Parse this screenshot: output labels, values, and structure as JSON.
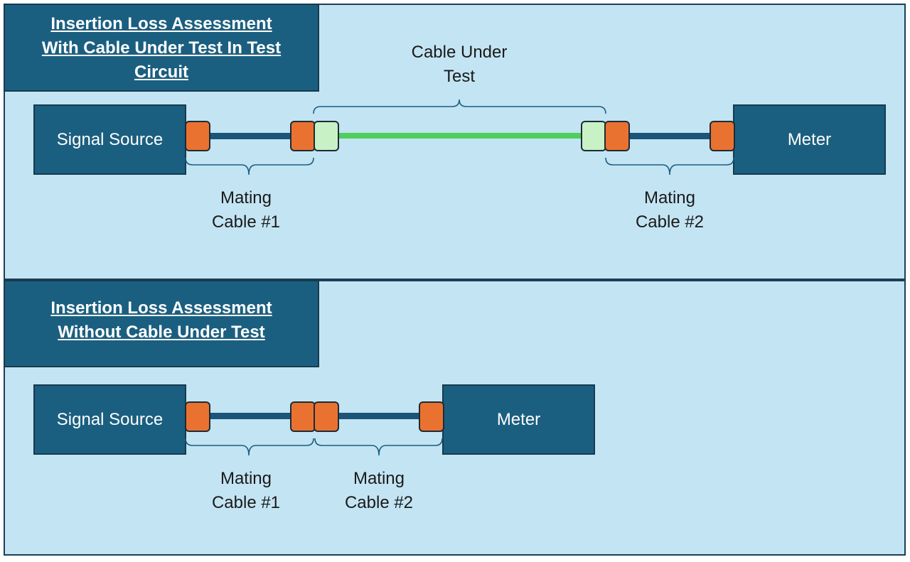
{
  "top": {
    "title_lines": [
      "Insertion Loss Assessment",
      "With Cable Under Test In Test",
      "Circuit"
    ],
    "source_label": "Signal Source",
    "meter_label": "Meter",
    "cable_under_test_lines": [
      "Cable Under",
      "Test"
    ],
    "mating1_lines": [
      "Mating",
      "Cable #1"
    ],
    "mating2_lines": [
      "Mating",
      "Cable #2"
    ]
  },
  "bottom": {
    "title_lines": [
      "Insertion Loss Assessment",
      "Without Cable Under Test"
    ],
    "source_label": "Signal Source",
    "meter_label": "Meter",
    "mating1_lines": [
      "Mating",
      "Cable #1"
    ],
    "mating2_lines": [
      "Mating",
      "Cable #2"
    ]
  },
  "colors": {
    "panel_bg": "#c3e4f3",
    "box_fill": "#1b5f80",
    "connector_orange": "#ea7230",
    "connector_light_green": "#c8f1c6",
    "cable_under_test_green": "#4fcf5c",
    "mating_cable": "#1b5478"
  }
}
